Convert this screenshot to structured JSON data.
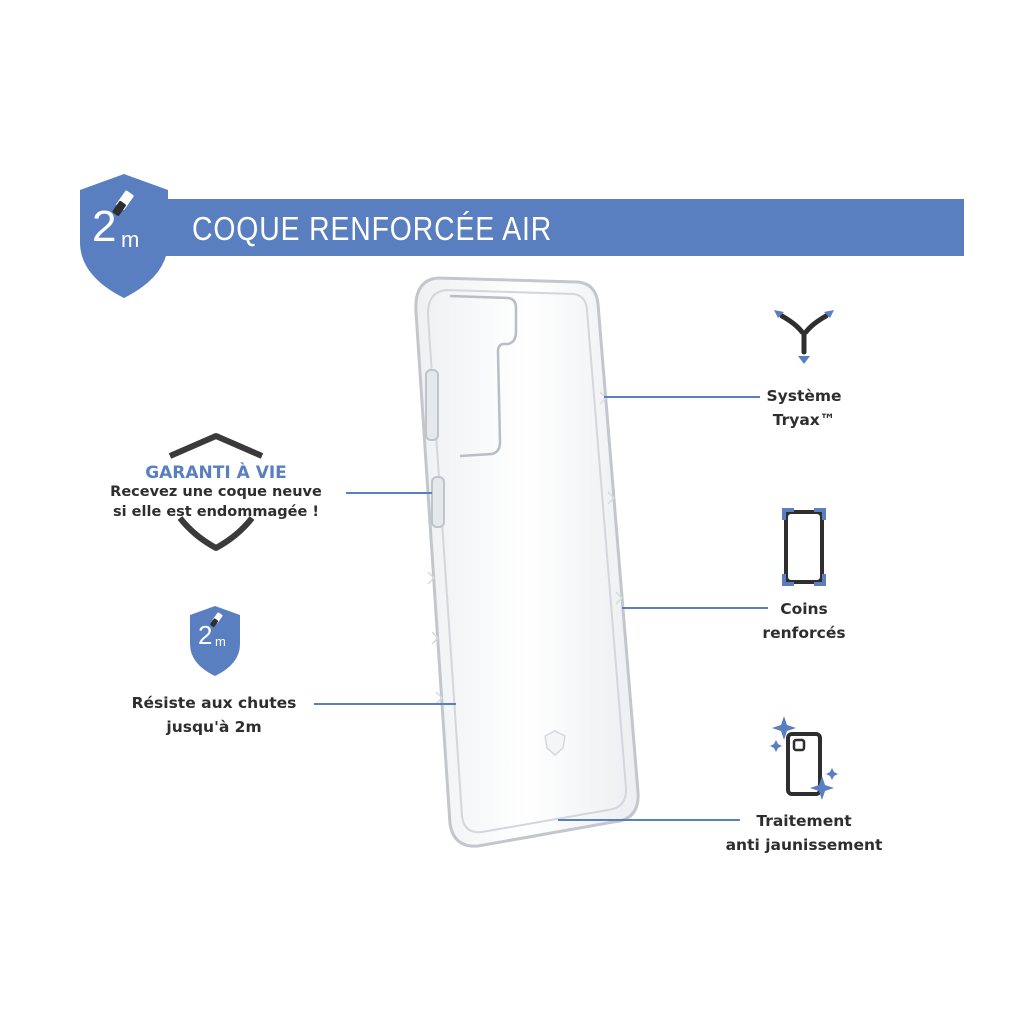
{
  "header": {
    "badge_value": "2",
    "badge_unit": "m",
    "title": "COQUE RENFORCÉE AIR"
  },
  "features": {
    "tryax": {
      "line1": "Système",
      "line2": "Tryax™",
      "icon": "tryax-icon"
    },
    "corners": {
      "line1": "Coins",
      "line2": "renforcés",
      "icon": "reinforced-corners-icon"
    },
    "anti_yellowing": {
      "line1": "Traitement",
      "line2": "anti jaunissement",
      "icon": "sparkle-phone-icon"
    },
    "drop": {
      "badge_value": "2",
      "badge_unit": "m",
      "line1": "Résiste aux chutes",
      "line2": "jusqu'à 2m",
      "icon": "shield-2m-icon"
    },
    "guarantee": {
      "title": "GARANTI À VIE",
      "line1": "Recevez une coque neuve",
      "line2": "si elle est endommagée !",
      "icon": "shield-outline-icon"
    }
  },
  "colors": {
    "accent": "#5a7fc1",
    "dark": "#2e2e2e",
    "case": "#c9cdd3"
  }
}
